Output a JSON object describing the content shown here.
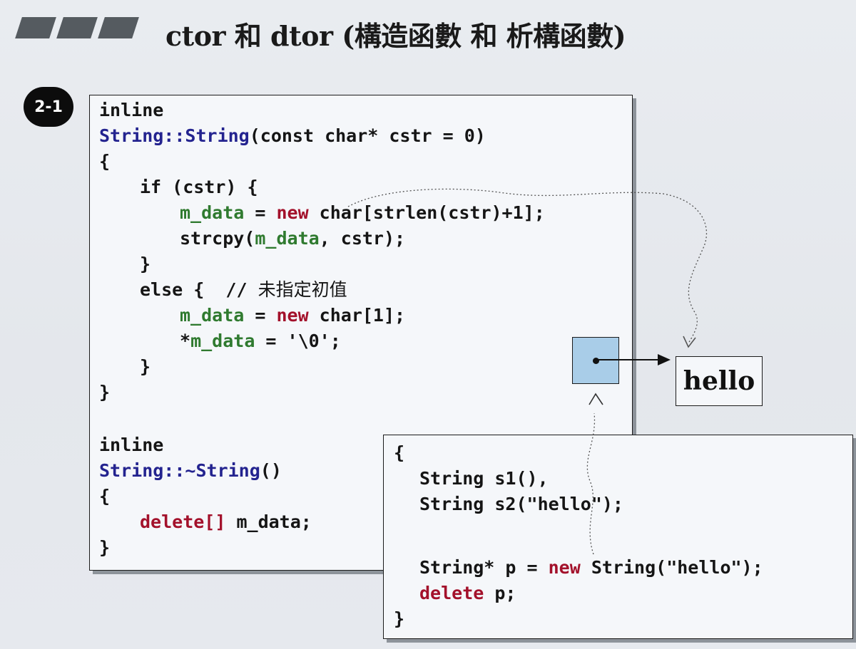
{
  "slide": {
    "title": "ctor 和 dtor (構造函數 和 析構函數)",
    "badge": "2-1"
  },
  "ctor_code": {
    "l1": "inline",
    "l2_cls": "String::String",
    "l2_rest": "(const char* cstr = 0)",
    "l3": "{",
    "l4": "if (cstr) {",
    "l5_var": "m_data",
    "l5_eq": " = ",
    "l5_new": "new",
    "l5_rest": " char[strlen(cstr)+1];",
    "l6_a": "strcpy(",
    "l6_var": "m_data",
    "l6_b": ", cstr);",
    "l7": "}",
    "l8_code": "else {  // ",
    "l8_comment": "未指定初值",
    "l9_var": "m_data",
    "l9_eq": " = ",
    "l9_new": "new",
    "l9_rest": " char[1];",
    "l10_star": "*",
    "l10_var": "m_data",
    "l10_rest": " = '\\0';",
    "l11": "}",
    "l12": "}"
  },
  "dtor_code": {
    "l1": "inline",
    "l2": "String::~String",
    "l2_rest": "()",
    "l3": "{",
    "l4_kw": "delete[]",
    "l4_var": " m_data",
    "l4_end": ";",
    "l5": "}"
  },
  "usage_code": {
    "l1": "{",
    "l2": "String s1(),",
    "l3": "String s2(\"hello\");",
    "l4_a": "String* p = ",
    "l4_new": "new",
    "l4_b": " String(\"hello\");",
    "l5_kw": "delete",
    "l5_rest": " p;",
    "l6": "}"
  },
  "diagram": {
    "heap_string": "hello"
  },
  "colors": {
    "keyword_blue": "#23238f",
    "keyword_red": "#a3112b",
    "member_green": "#2f7a2f",
    "pointer_box": "#a9cde8"
  }
}
